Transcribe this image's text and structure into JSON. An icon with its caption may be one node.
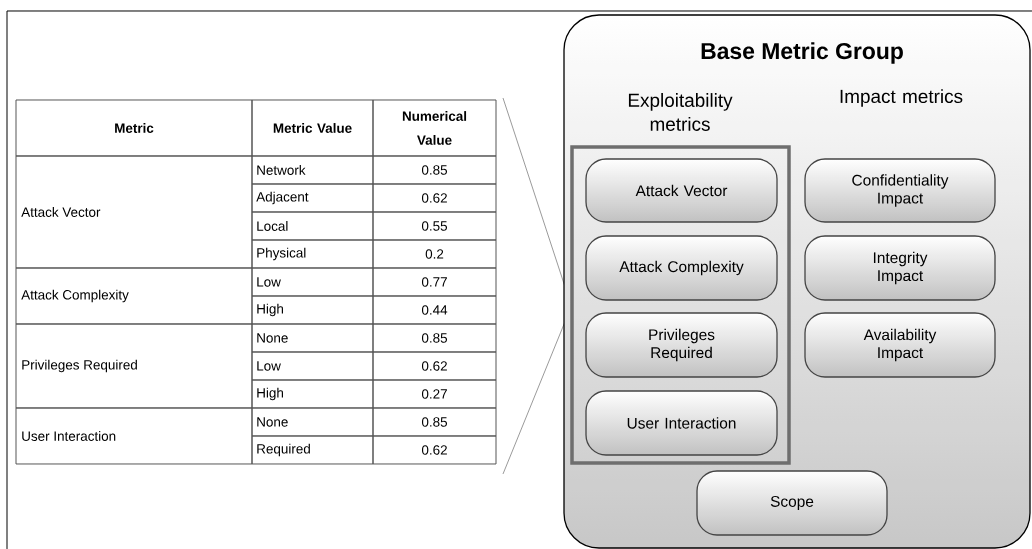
{
  "diagram": {
    "nodes": [
      {
        "text": [
          "Base Metric Group",
          "Impact metrics"
        ]
      },
      {
        "text": [
          "Exploitability metrics"
        ],
        "in": 0
      },
      {
        "text": [
          "Attack Vector"
        ],
        "in": 1
      },
      {
        "text": [
          "Attack Complexity"
        ],
        "in": 1
      },
      {
        "text": [
          "Privileges Required"
        ],
        "in": 1
      },
      {
        "text": [
          "User Interaction"
        ],
        "in": 1
      },
      {
        "text": [
          "Confidentiality Impact"
        ],
        "in": 0
      },
      {
        "text": [
          "Integrity Impact"
        ],
        "in": 0
      },
      {
        "text": [
          "Availability Impact"
        ],
        "in": 0
      },
      {
        "text": [
          "Scope"
        ],
        "in": 0
      }
    ],
    "labels": [
      "Metric",
      "Metric Value",
      "Numerical Value",
      "Attack Vector",
      "Network",
      "0.85",
      "Adjacent",
      "0.62",
      "Local",
      "0.55",
      "Physical",
      "0.2",
      "Attack Complexity",
      "Low",
      "0.77",
      "High",
      "0.44",
      "Privileges Required",
      "None",
      "0.85",
      "Low",
      "0.62",
      "High",
      "0.27",
      "User Interaction",
      "None",
      "0.85",
      "Required",
      "0.62"
    ]
  }
}
